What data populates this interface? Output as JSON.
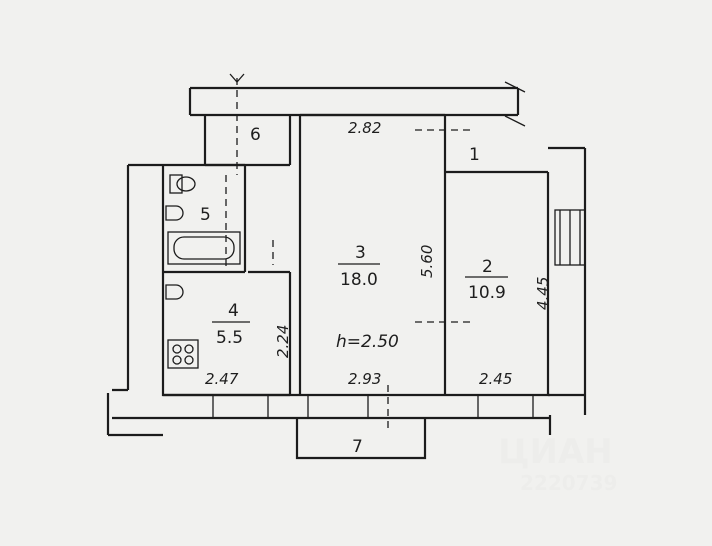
{
  "rooms": [
    {
      "id": "1",
      "area": ""
    },
    {
      "id": "2",
      "area": "10.9"
    },
    {
      "id": "3",
      "area": "18.0"
    },
    {
      "id": "4",
      "area": "5.5"
    },
    {
      "id": "5",
      "area": ""
    },
    {
      "id": "6",
      "area": ""
    },
    {
      "id": "7",
      "area": ""
    }
  ],
  "dimensions": {
    "top_room3": "2.82",
    "room3_length": "5.60",
    "room2_length": "4.45",
    "room4_width": "2.24",
    "bottom_room4": "2.47",
    "bottom_room3": "2.93",
    "bottom_room2": "2.45"
  },
  "ceiling_height": "h=2.50",
  "watermark": {
    "brand": "ЦИАН",
    "id": "2220739"
  },
  "colors": {
    "paper": "#f1f1ef",
    "line": "#1c1c1c",
    "background": "#d9d9d7"
  }
}
